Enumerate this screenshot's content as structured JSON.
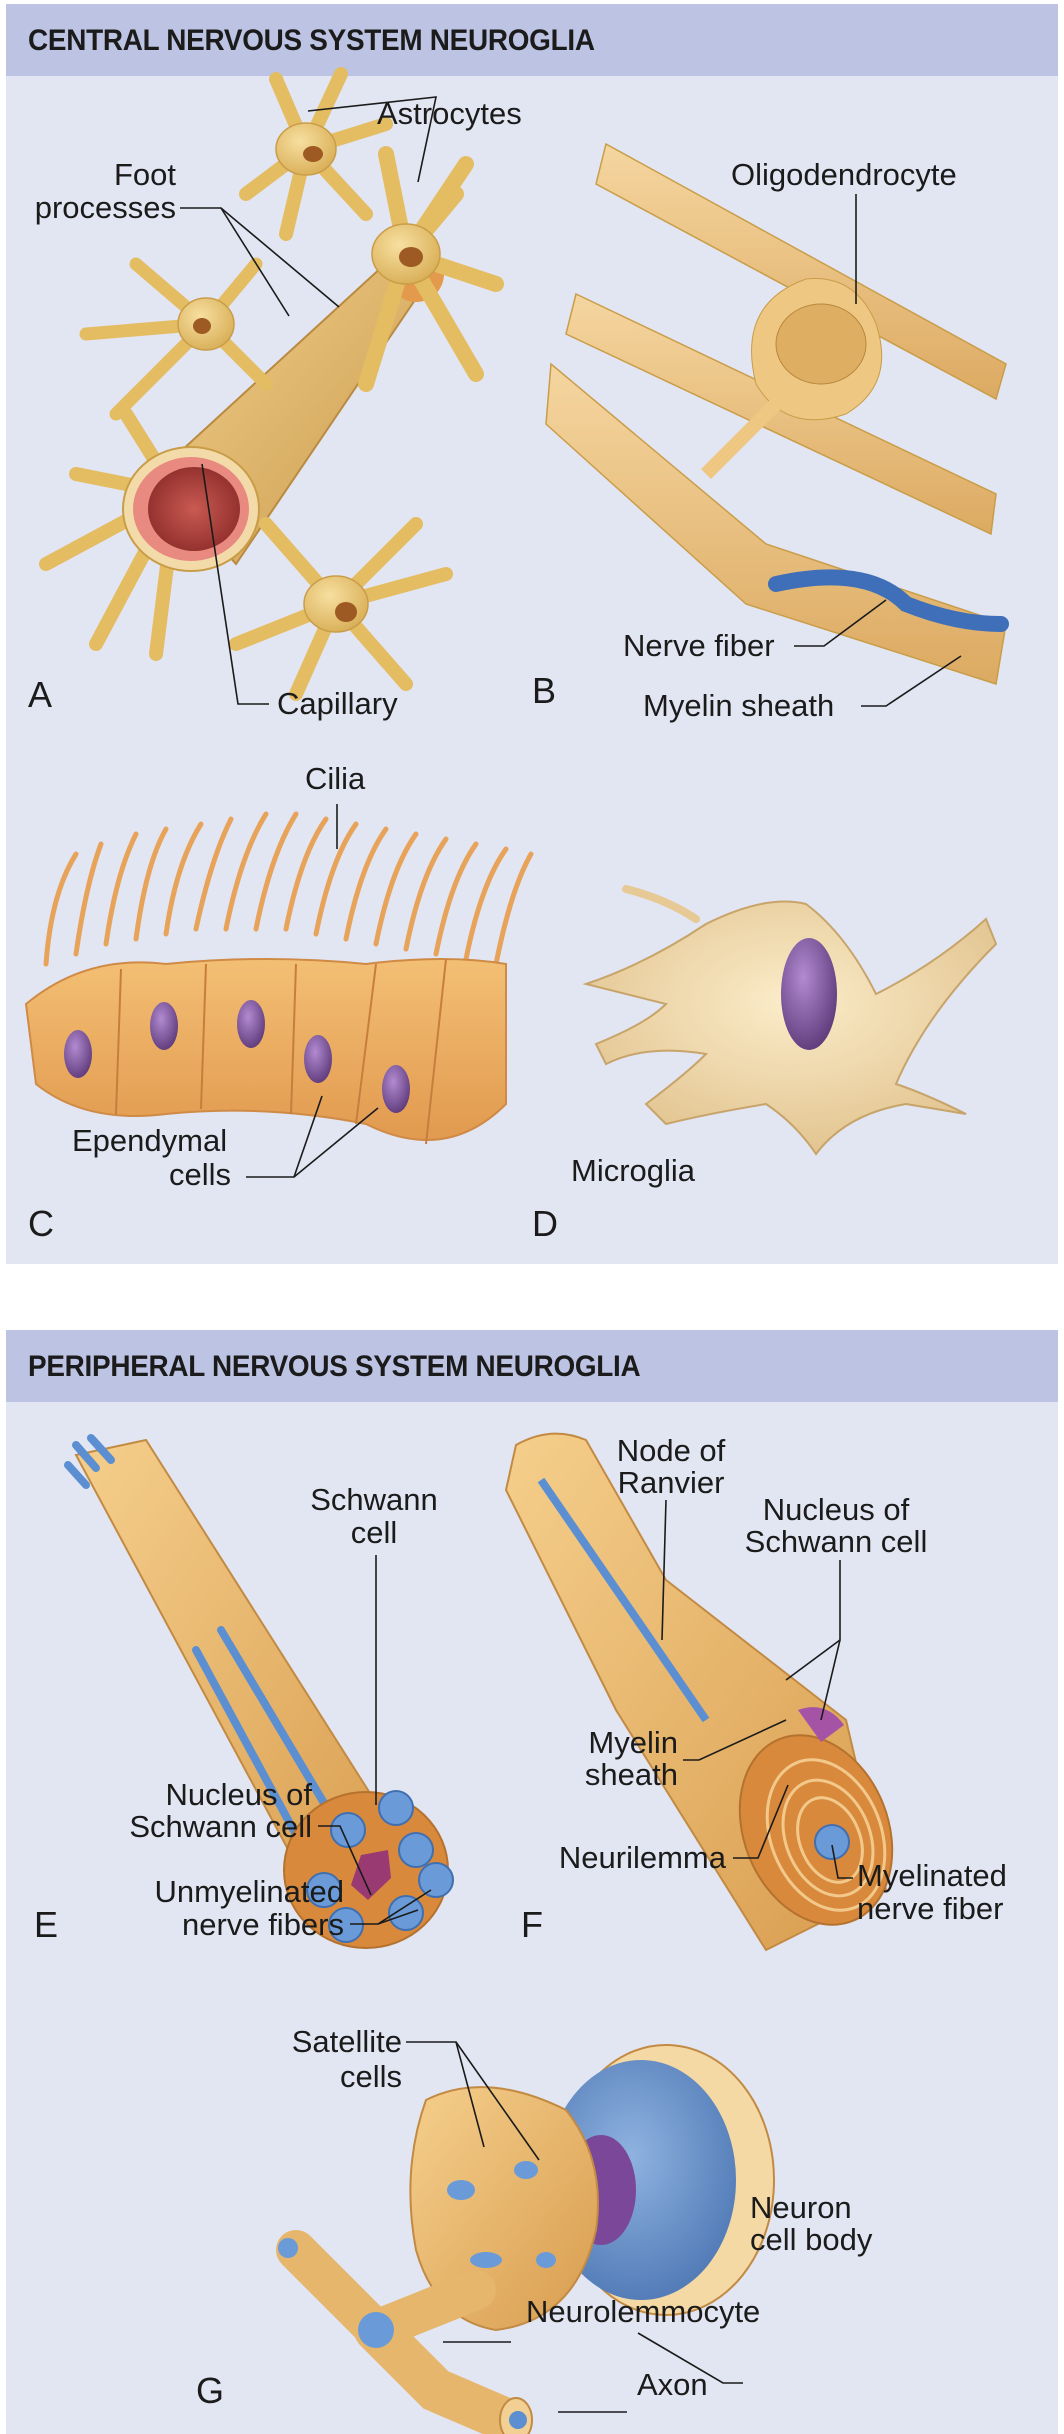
{
  "cns": {
    "title": "CENTRAL NERVOUS SYSTEM NEUROGLIA",
    "panels": {
      "A": {
        "letter": "A",
        "labels": {
          "astrocytes": "Astrocytes",
          "foot_processes_line1": "Foot",
          "foot_processes_line2": "processes",
          "capillary": "Capillary"
        }
      },
      "B": {
        "letter": "B",
        "labels": {
          "oligodendrocyte": "Oligodendrocyte",
          "nerve_fiber": "Nerve fiber",
          "myelin_sheath": "Myelin sheath"
        }
      },
      "C": {
        "letter": "C",
        "labels": {
          "cilia": "Cilia",
          "ependymal_line1": "Ependymal",
          "ependymal_line2": "cells"
        }
      },
      "D": {
        "letter": "D",
        "labels": {
          "microglia": "Microglia"
        }
      }
    }
  },
  "pns": {
    "title": "PERIPHERAL NERVOUS SYSTEM NEUROGLIA",
    "panels": {
      "E": {
        "letter": "E",
        "labels": {
          "schwann_line1": "Schwann",
          "schwann_line2": "cell",
          "nucleus_line1": "Nucleus of",
          "nucleus_line2": "Schwann cell",
          "unmyelinated_line1": "Unmyelinated",
          "unmyelinated_line2": "nerve fibers"
        }
      },
      "F": {
        "letter": "F",
        "labels": {
          "node_line1": "Node of",
          "node_line2": "Ranvier",
          "nucleus_line1": "Nucleus of",
          "nucleus_line2": "Schwann cell",
          "myelin_line1": "Myelin",
          "myelin_line2": "sheath",
          "neurilemma": "Neurilemma",
          "myelinated_line1": "Myelinated",
          "myelinated_line2": "nerve fiber"
        }
      },
      "G": {
        "letter": "G",
        "labels": {
          "satellite_line1": "Satellite",
          "satellite_line2": "cells",
          "neuron_line1": "Neuron",
          "neuron_line2": "cell body",
          "neurolemmocyte": "Neurolemmocyte",
          "axon": "Axon"
        }
      }
    }
  },
  "colors": {
    "panel_bg": "#e2e5f2",
    "header_bg": "#bcc3e3",
    "glia_yellow": "#e9c56f",
    "schwann_orange": "#eab56a",
    "axon_blue": "#4a80c4",
    "nucleus_purple": "#7a4c9a",
    "capillary_red": "#d9736a"
  }
}
